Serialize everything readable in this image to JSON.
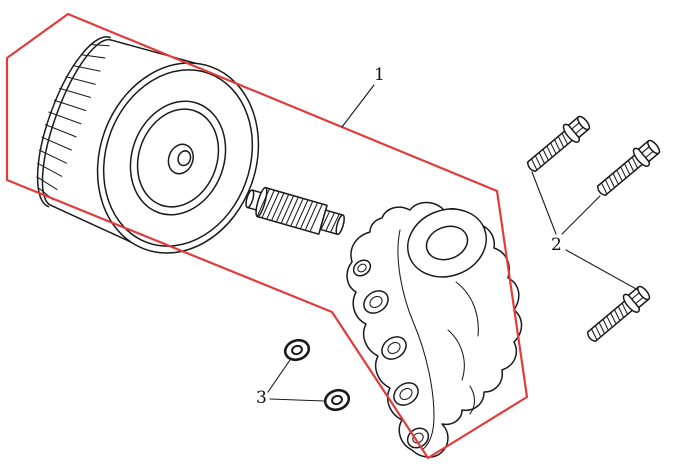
{
  "colors": {
    "bg": "#ffffff",
    "outline": "#e23b3b",
    "line": "#1a1a1a",
    "label": "#111111"
  },
  "callouts": {
    "c1": {
      "label": "1"
    },
    "c2": {
      "label": "2"
    },
    "c3": {
      "label": "3"
    }
  }
}
